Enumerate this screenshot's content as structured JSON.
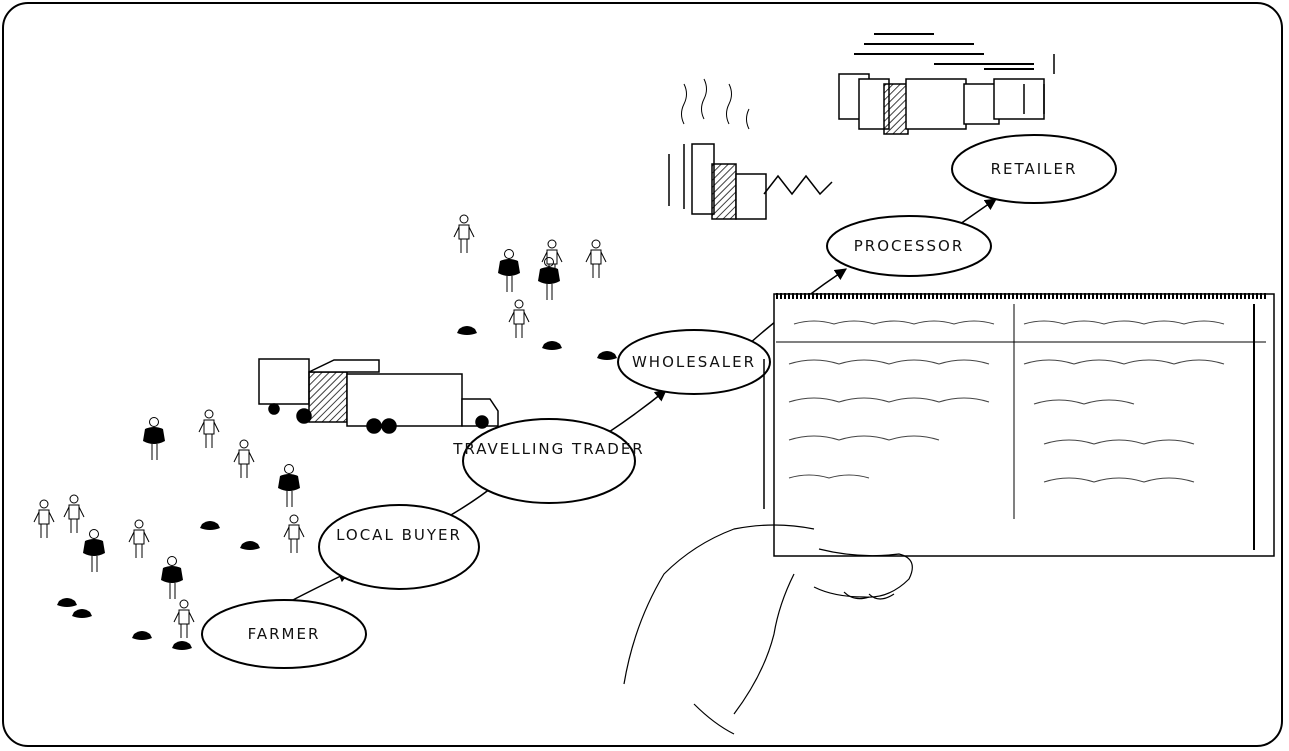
{
  "nodes": [
    {
      "id": "farmer",
      "label": "FARMER"
    },
    {
      "id": "local-buyer",
      "label": "LOCAL BUYER"
    },
    {
      "id": "travelling-trader",
      "label": "TRAVELLING TRADER"
    },
    {
      "id": "wholesaler",
      "label": "WHOLESALER"
    },
    {
      "id": "processor",
      "label": "PROCESSOR"
    },
    {
      "id": "retailer",
      "label": "RETAILER"
    }
  ],
  "edges": [
    {
      "from": "farmer",
      "to": "local-buyer"
    },
    {
      "from": "local-buyer",
      "to": "travelling-trader"
    },
    {
      "from": "travelling-trader",
      "to": "wholesaler"
    },
    {
      "from": "wholesaler",
      "to": "processor"
    },
    {
      "from": "processor",
      "to": "retailer"
    }
  ]
}
